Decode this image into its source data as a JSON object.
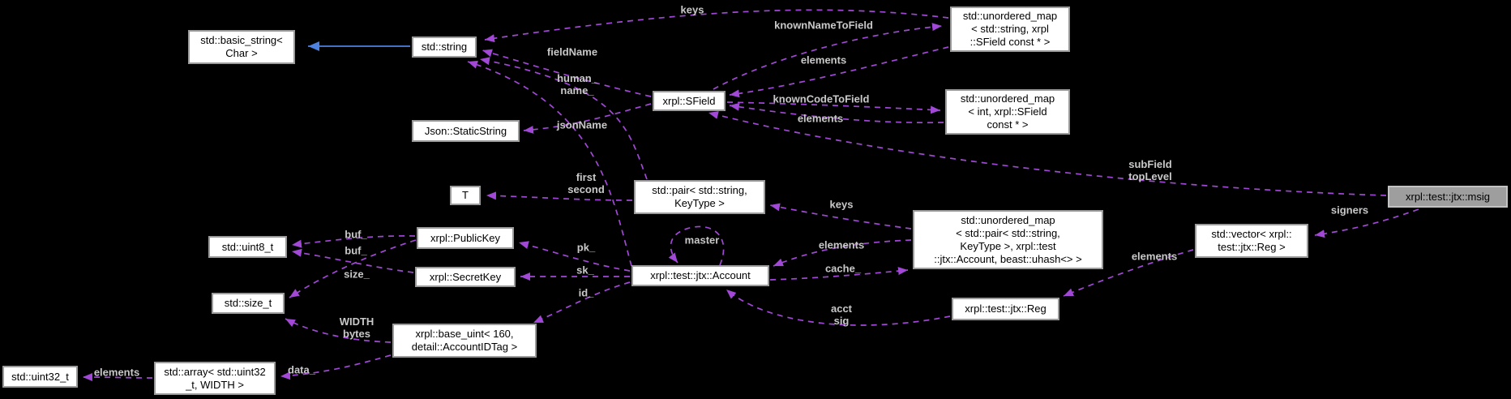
{
  "diagram": {
    "title": "xrpl::test::jtx::msig collaboration graph",
    "colors": {
      "background": "#000000",
      "node_bg": "#ffffff",
      "node_border": "#9b9b9b",
      "highlight_node_bg": "#9e9e9e",
      "containment_edge": "#a248d6",
      "inheritance_edge": "#4d82e0",
      "edge_label_text": "#c9c9c9",
      "node_text": "#000000"
    },
    "nodes": {
      "basic_string": {
        "label": "std::basic_string<\nChar >"
      },
      "string": {
        "label": "std::string"
      },
      "map_name_to_field": {
        "label": "std::unordered_map\n< std::string, xrpl\n::SField const * >"
      },
      "sfield": {
        "label": "xrpl::SField"
      },
      "map_code_to_field": {
        "label": "std::unordered_map\n< int, xrpl::SField\nconst * >"
      },
      "static_string": {
        "label": "Json::StaticString"
      },
      "t": {
        "label": "T"
      },
      "pair": {
        "label": "std::pair< std::string,\nKeyType >"
      },
      "msig": {
        "label": "xrpl::test::jtx::msig"
      },
      "vector_reg": {
        "label": "std::vector< xrpl::\ntest::jtx::Reg >"
      },
      "map_accounts": {
        "label": "std::unordered_map\n< std::pair< std::string,\nKeyType >, xrpl::test\n::jtx::Account, beast::uhash<> >"
      },
      "uint8": {
        "label": "std::uint8_t"
      },
      "public_key": {
        "label": "xrpl::PublicKey"
      },
      "secret_key": {
        "label": "xrpl::SecretKey"
      },
      "size_t": {
        "label": "std::size_t"
      },
      "account": {
        "label": "xrpl::test::jtx::Account"
      },
      "reg": {
        "label": "xrpl::test::jtx::Reg"
      },
      "base_uint": {
        "label": "xrpl::base_uint< 160,\ndetail::AccountIDTag >"
      },
      "array": {
        "label": "std::array< std::uint32\n_t, WIDTH >"
      },
      "uint32": {
        "label": "std::uint32_t"
      }
    },
    "edge_labels": {
      "keys_top": "keys",
      "known_name_to_field": "knownNameToField",
      "field_name": "fieldName",
      "elements_name_map": "elements",
      "human_name": "human_\nname_",
      "known_code_to_field": "knownCodeToField",
      "elements_code_map": "elements",
      "json_name": "jsonName",
      "subfield_toplevel": "subField\ntopLevel",
      "first_second": "first\nsecond",
      "keys_mid": "keys",
      "signers": "signers",
      "buf1": "buf_",
      "buf2": "buf_",
      "size": "size_",
      "pk": "pk_",
      "sk": "sk_",
      "id": "id_",
      "master": "master",
      "elements_accounts": "elements",
      "cache": "cache_",
      "acct_sig": "acct\nsig",
      "elements_vector": "elements",
      "width_bytes": "WIDTH\nbytes",
      "data": "data_",
      "elements_array": "elements"
    }
  }
}
